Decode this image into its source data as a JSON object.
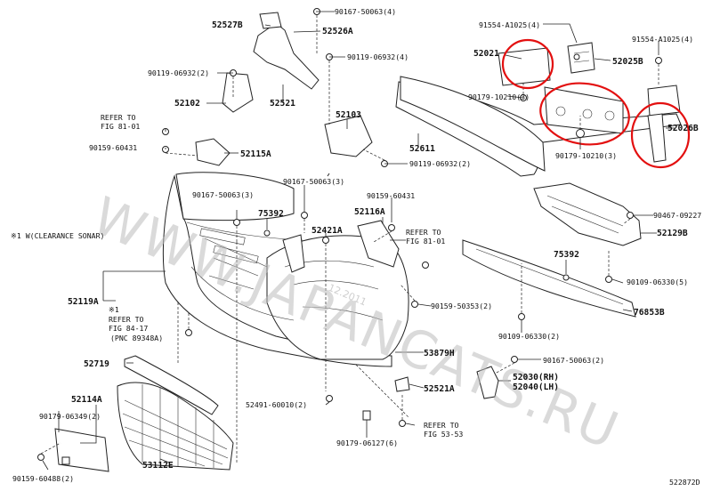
{
  "diagram_code": "522872D",
  "watermark": {
    "text": "WWW.JAPANCATS.RU",
    "date": "12.2011"
  },
  "notes": {
    "clearance_sonar": "※1 W(CLEARANCE SONAR)",
    "mark": "※1"
  },
  "parts": {
    "p90167_50063_4": "90167-50063(4)",
    "p52527b": "52527B",
    "p52526a": "52526A",
    "p90119_06932_2": "90119-06932(2)",
    "p90119_06932_4": "90119-06932(4)",
    "p52102": "52102",
    "p52521": "52521",
    "p52103": "52103",
    "ref_81_01_a": "REFER TO",
    "ref_81_01_a2": "FIG 81-01",
    "p90159_60431_a": "90159-60431",
    "p52115a": "52115A",
    "p90119_06932_2b": "90119-06932(2)",
    "p52611": "52611",
    "p91554_a1025_a": "91554-A1025(4)",
    "p91554_a1025_b": "91554-A1025(4)",
    "p52021": "52021",
    "p52025b": "52025B",
    "p90179_10210_a": "90179-10210(3)",
    "p90179_10210_b": "90179-10210(3)",
    "p52026b": "52026B",
    "p90167_50063_3a": "90167-50063(3)",
    "p90167_50063_3b": "90167-50063(3)",
    "p75392_a": "75392",
    "p52421a": "52421A",
    "p90159_60431_b": "90159-60431",
    "p52116a": "52116A",
    "ref_81_01_b": "REFER TO",
    "ref_81_01_b2": "FIG 81-01",
    "p90467_09227": "90467-09227",
    "p52129b": "52129B",
    "p75392_b": "75392",
    "p90109_06330_5": "90109-06330(5)",
    "p52119a": "52119A",
    "ref_84_17": "REFER TO",
    "ref_84_17b": "FIG 84-17",
    "ref_84_17c": "(PNC 89348A)",
    "p90159_50353_2": "90159-50353(2)",
    "p76853b": "76853B",
    "p90109_06330_2": "90109-06330(2)",
    "p52719": "52719",
    "p53879h": "53879H",
    "p90167_50063_2": "90167-50063(2)",
    "p52030": "52030(RH)",
    "p52040": "52040(LH)",
    "p52114a": "52114A",
    "p90179_06349_2": "90179-06349(2)",
    "p52491_60010_2": "52491-60010(2)",
    "p52521a": "52521A",
    "ref_53_53": "REFER TO",
    "ref_53_53b": "FIG 53-53",
    "p90179_06127_6": "90179-06127(6)",
    "p53112e": "53112E",
    "p90159_60488_2": "90159-60488(2)"
  }
}
